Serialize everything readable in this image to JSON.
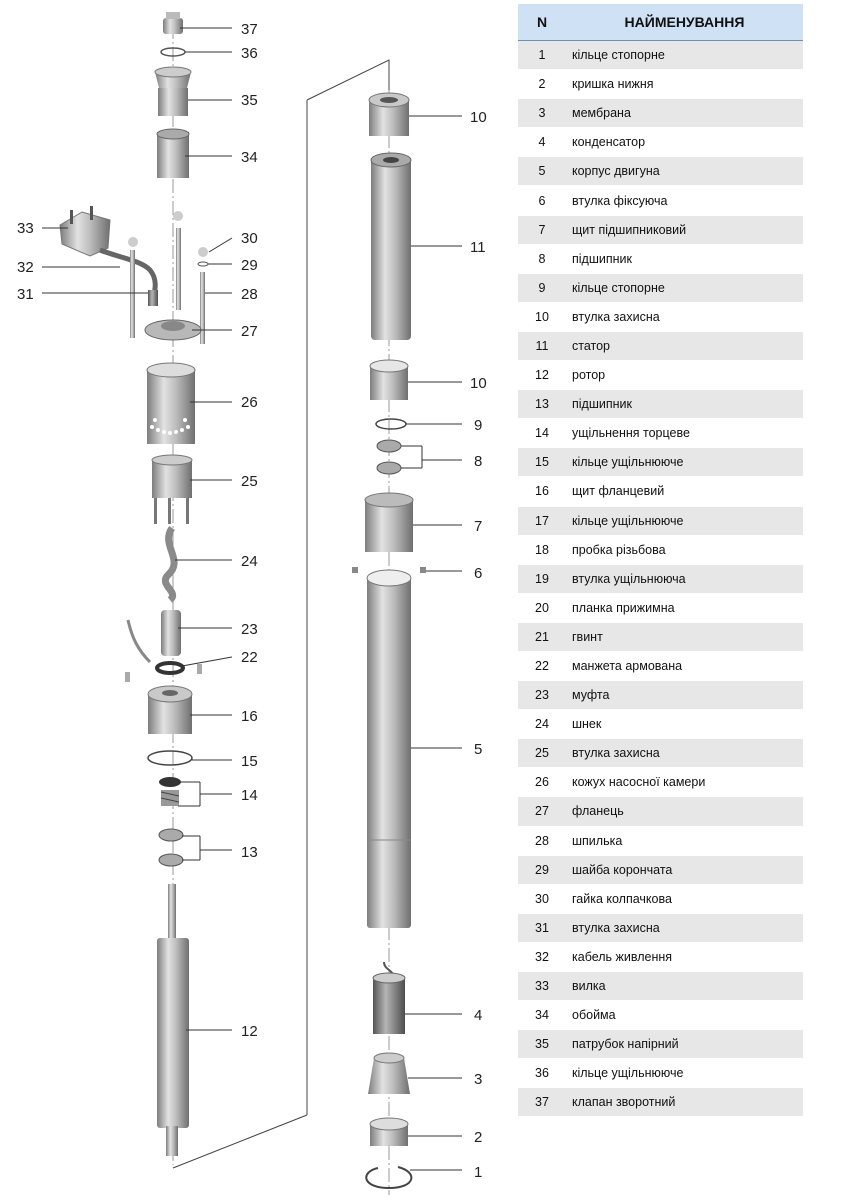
{
  "table": {
    "header_n": "N",
    "header_name": "НАЙМЕНУВАННЯ",
    "rows": [
      {
        "n": "1",
        "name": "кільце стопорне"
      },
      {
        "n": "2",
        "name": "кришка нижня"
      },
      {
        "n": "3",
        "name": "мембрана"
      },
      {
        "n": "4",
        "name": "конденсатор"
      },
      {
        "n": "5",
        "name": "корпус двигуна"
      },
      {
        "n": "6",
        "name": "втулка фіксуюча"
      },
      {
        "n": "7",
        "name": "щит підшипниковий"
      },
      {
        "n": "8",
        "name": "підшипник"
      },
      {
        "n": "9",
        "name": "кільце стопорне"
      },
      {
        "n": "10",
        "name": "втулка захисна"
      },
      {
        "n": "11",
        "name": "статор"
      },
      {
        "n": "12",
        "name": "ротор"
      },
      {
        "n": "13",
        "name": "підшипник"
      },
      {
        "n": "14",
        "name": "ущільнення торцеве"
      },
      {
        "n": "15",
        "name": "кільце ущільнююче"
      },
      {
        "n": "16",
        "name": "щит фланцевий"
      },
      {
        "n": "17",
        "name": "кільце ущільнююче"
      },
      {
        "n": "18",
        "name": "пробка різьбова"
      },
      {
        "n": "19",
        "name": "втулка ущільнююча"
      },
      {
        "n": "20",
        "name": "планка прижимна"
      },
      {
        "n": "21",
        "name": "гвинт"
      },
      {
        "n": "22",
        "name": "манжета армована"
      },
      {
        "n": "23",
        "name": "муфта"
      },
      {
        "n": "24",
        "name": "шнек"
      },
      {
        "n": "25",
        "name": "втулка захисна"
      },
      {
        "n": "26",
        "name": "кожух насосної камери"
      },
      {
        "n": "27",
        "name": "фланець"
      },
      {
        "n": "28",
        "name": "шпилька"
      },
      {
        "n": "29",
        "name": "шайба корончата"
      },
      {
        "n": "30",
        "name": "гайка колпачкова"
      },
      {
        "n": "31",
        "name": "втулка захисна"
      },
      {
        "n": "32",
        "name": "кабель живлення"
      },
      {
        "n": "33",
        "name": "вилка"
      },
      {
        "n": "34",
        "name": "обойма"
      },
      {
        "n": "35",
        "name": "патрубок напірний"
      },
      {
        "n": "36",
        "name": "кільце ущільнююче"
      },
      {
        "n": "37",
        "name": "клапан зворотний"
      }
    ]
  },
  "callouts": {
    "c1": "1",
    "c2": "2",
    "c3": "3",
    "c4": "4",
    "c5": "5",
    "c6": "6",
    "c7": "7",
    "c8": "8",
    "c9": "9",
    "c10a": "10",
    "c10b": "10",
    "c11": "11",
    "c12": "12",
    "c13": "13",
    "c14": "14",
    "c15": "15",
    "c16": "16",
    "c22": "22",
    "c23": "23",
    "c24": "24",
    "c25": "25",
    "c26": "26",
    "c27": "27",
    "c28": "28",
    "c29": "29",
    "c30": "30",
    "c31": "31",
    "c32": "32",
    "c33": "33",
    "c34": "34",
    "c35": "35",
    "c36": "36",
    "c37": "37"
  },
  "colors": {
    "header_bg": "#cfe1f5",
    "row_stripe": "#e7e7e7",
    "metal": "#a9a9a9"
  }
}
